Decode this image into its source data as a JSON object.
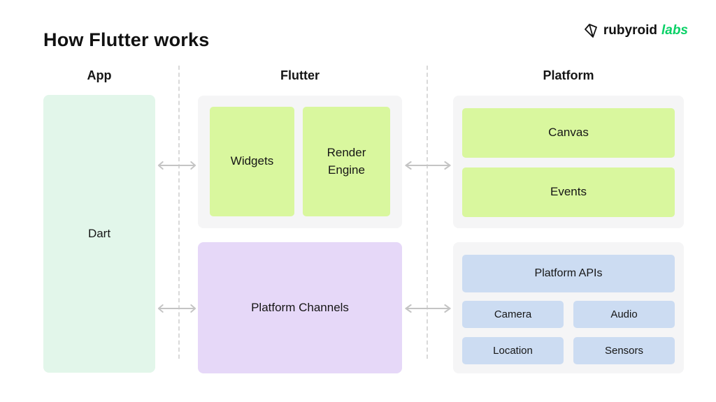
{
  "title": "How Flutter works",
  "logo": {
    "name": "rubyroid",
    "accent": "labs"
  },
  "columns": {
    "app": {
      "header": "App",
      "dart": "Dart"
    },
    "flutter": {
      "header": "Flutter",
      "widgets": "Widgets",
      "render_engine": "Render Engine",
      "platform_channels": "Platform Channels"
    },
    "platform": {
      "header": "Platform",
      "canvas": "Canvas",
      "events": "Events",
      "platform_apis": "Platform APIs",
      "camera": "Camera",
      "audio": "Audio",
      "location": "Location",
      "sensors": "Sensors"
    }
  },
  "colors": {
    "mint": "#e2f6ea",
    "lime": "#d9f79e",
    "purple": "#e6d8f8",
    "blue": "#ccdcf2",
    "panel": "#f5f5f6",
    "arrow": "#c4c4c4",
    "accent_green": "#0bd167"
  }
}
